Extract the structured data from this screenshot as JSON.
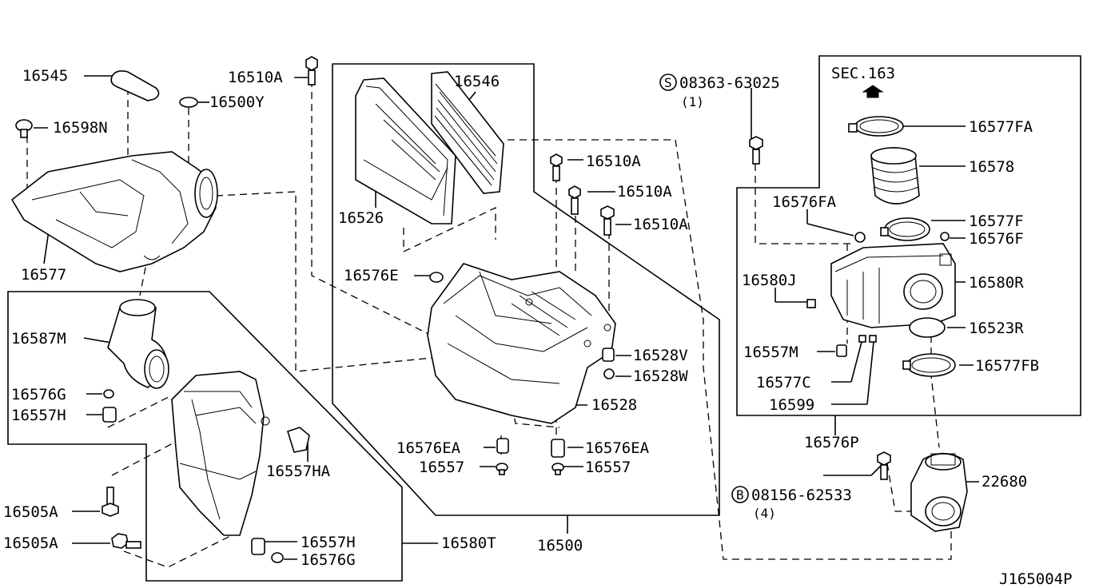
{
  "diagram_id": "J165004P",
  "section_ref": "SEC.163",
  "labels": {
    "p16545": "16545",
    "p16500Y": "16500Y",
    "p16598N": "16598N",
    "p16577": "16577",
    "p16510A_top": "16510A",
    "p16546": "16546",
    "p16526": "16526",
    "p16510A_1": "16510A",
    "p16510A_2": "16510A",
    "p16510A_3": "16510A",
    "p16576E": "16576E",
    "p16528V": "16528V",
    "p16528W": "16528W",
    "p16528": "16528",
    "p16576EA_l": "16576EA",
    "p16576EA_r": "16576EA",
    "p16557_l": "16557",
    "p16557_r": "16557",
    "p16587M": "16587M",
    "p16576G_top": "16576G",
    "p16557H_top": "16557H",
    "p16557HA": "16557HA",
    "p16505A_1": "16505A",
    "p16505A_2": "16505A",
    "p16557H_bot": "16557H",
    "p16576G_bot": "16576G",
    "p16580T": "16580T",
    "p16500": "16500",
    "bolt_s": "08363-63025",
    "bolt_s_qty": "(1)",
    "bolt_s_sym": "S",
    "p16577FA": "16577FA",
    "p16578": "16578",
    "p16576FA": "16576FA",
    "p16577F": "16577F",
    "p16576F": "16576F",
    "p16580J": "16580J",
    "p16580R": "16580R",
    "p16523R": "16523R",
    "p16557M": "16557M",
    "p16577FB": "16577FB",
    "p16577C": "16577C",
    "p16599": "16599",
    "p16576P": "16576P",
    "bolt_b": "08156-62533",
    "bolt_b_qty": "(4)",
    "bolt_b_sym": "B",
    "p22680": "22680"
  }
}
